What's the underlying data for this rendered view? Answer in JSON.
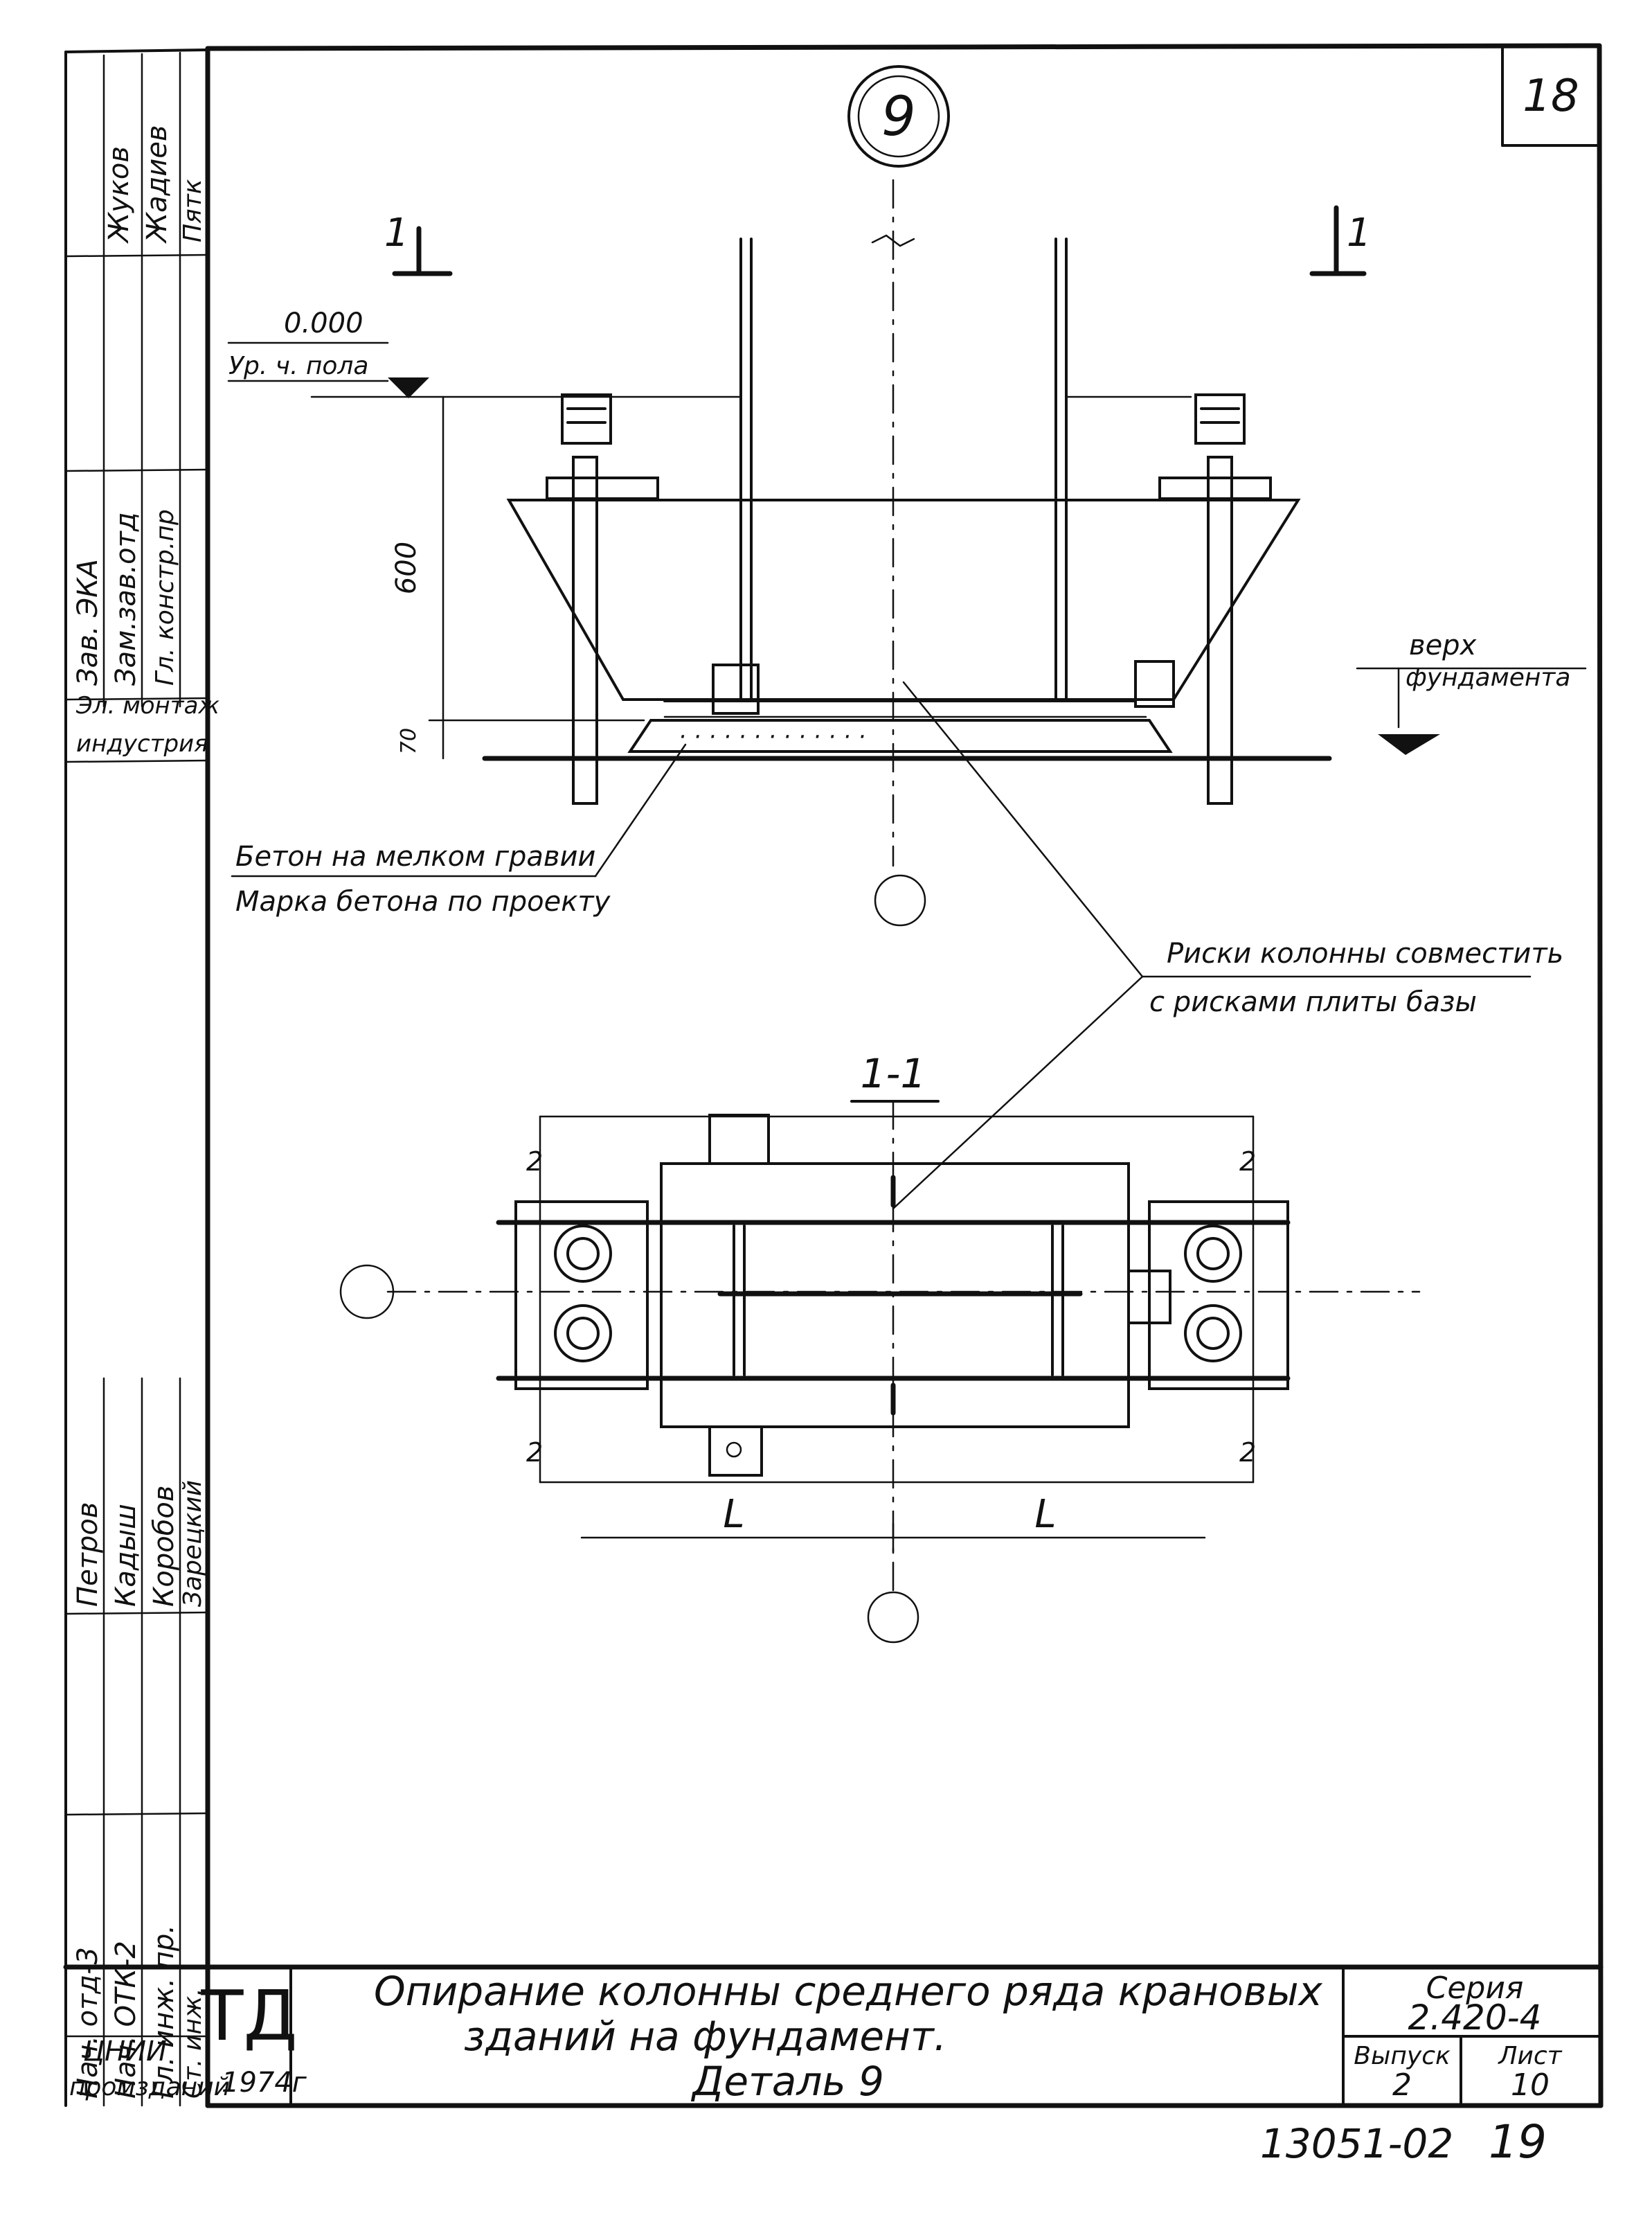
{
  "sheet": {
    "corner_sheet_number": "18",
    "detail_marker": "9",
    "section_mark_left": "1",
    "section_mark_right": "1",
    "section_title": "1-1"
  },
  "elevation": {
    "level_value": "0.000",
    "level_label": "Ур. ч. пола",
    "dim_height": "600",
    "dim_grout": "70",
    "top_label_1": "верх",
    "top_label_2": "фундамента",
    "note_concrete_1": "Бетон на мелком гравии",
    "note_concrete_2": "Марка бетона по проекту",
    "note_marks_1": "Риски колонны совместить",
    "note_marks_2": "с рисками плиты базы"
  },
  "plan": {
    "dim_left": "L",
    "dim_right": "L",
    "mark_2": "2"
  },
  "title_block": {
    "title_line_1": "Опирание колонны среднего ряда крановых",
    "title_line_2": "зданий на фундамент.",
    "title_line_3": "Деталь 9",
    "org_logo": "ТД",
    "year": "1974г",
    "org_name_1": "ЦНИИ",
    "org_name_2": "промзданий",
    "series_label": "Серия",
    "series_value": "2.420-4",
    "issue_label": "Выпуск",
    "issue_value": "2",
    "sheet_label": "Лист",
    "sheet_value": "10",
    "archive_number": "13051-02",
    "page_number": "19"
  },
  "side_stamp_top": {
    "roles": [
      "Зав. ЭКА",
      "Зам.зав.отд",
      "Гл. констр.пр"
    ],
    "names": [
      "Жуков",
      "Жадиев",
      "Пятк"
    ],
    "dept_1": "Эл. монтаж",
    "dept_2": "индустрия"
  },
  "side_stamp_bottom": {
    "roles": [
      "Нач. отд-3",
      "Нач. ОТК-2",
      "Гл. инж. пр.",
      "Ст. инж."
    ],
    "names": [
      "Петров",
      "Кадыш",
      "Коробов",
      "Зарецкий"
    ]
  }
}
